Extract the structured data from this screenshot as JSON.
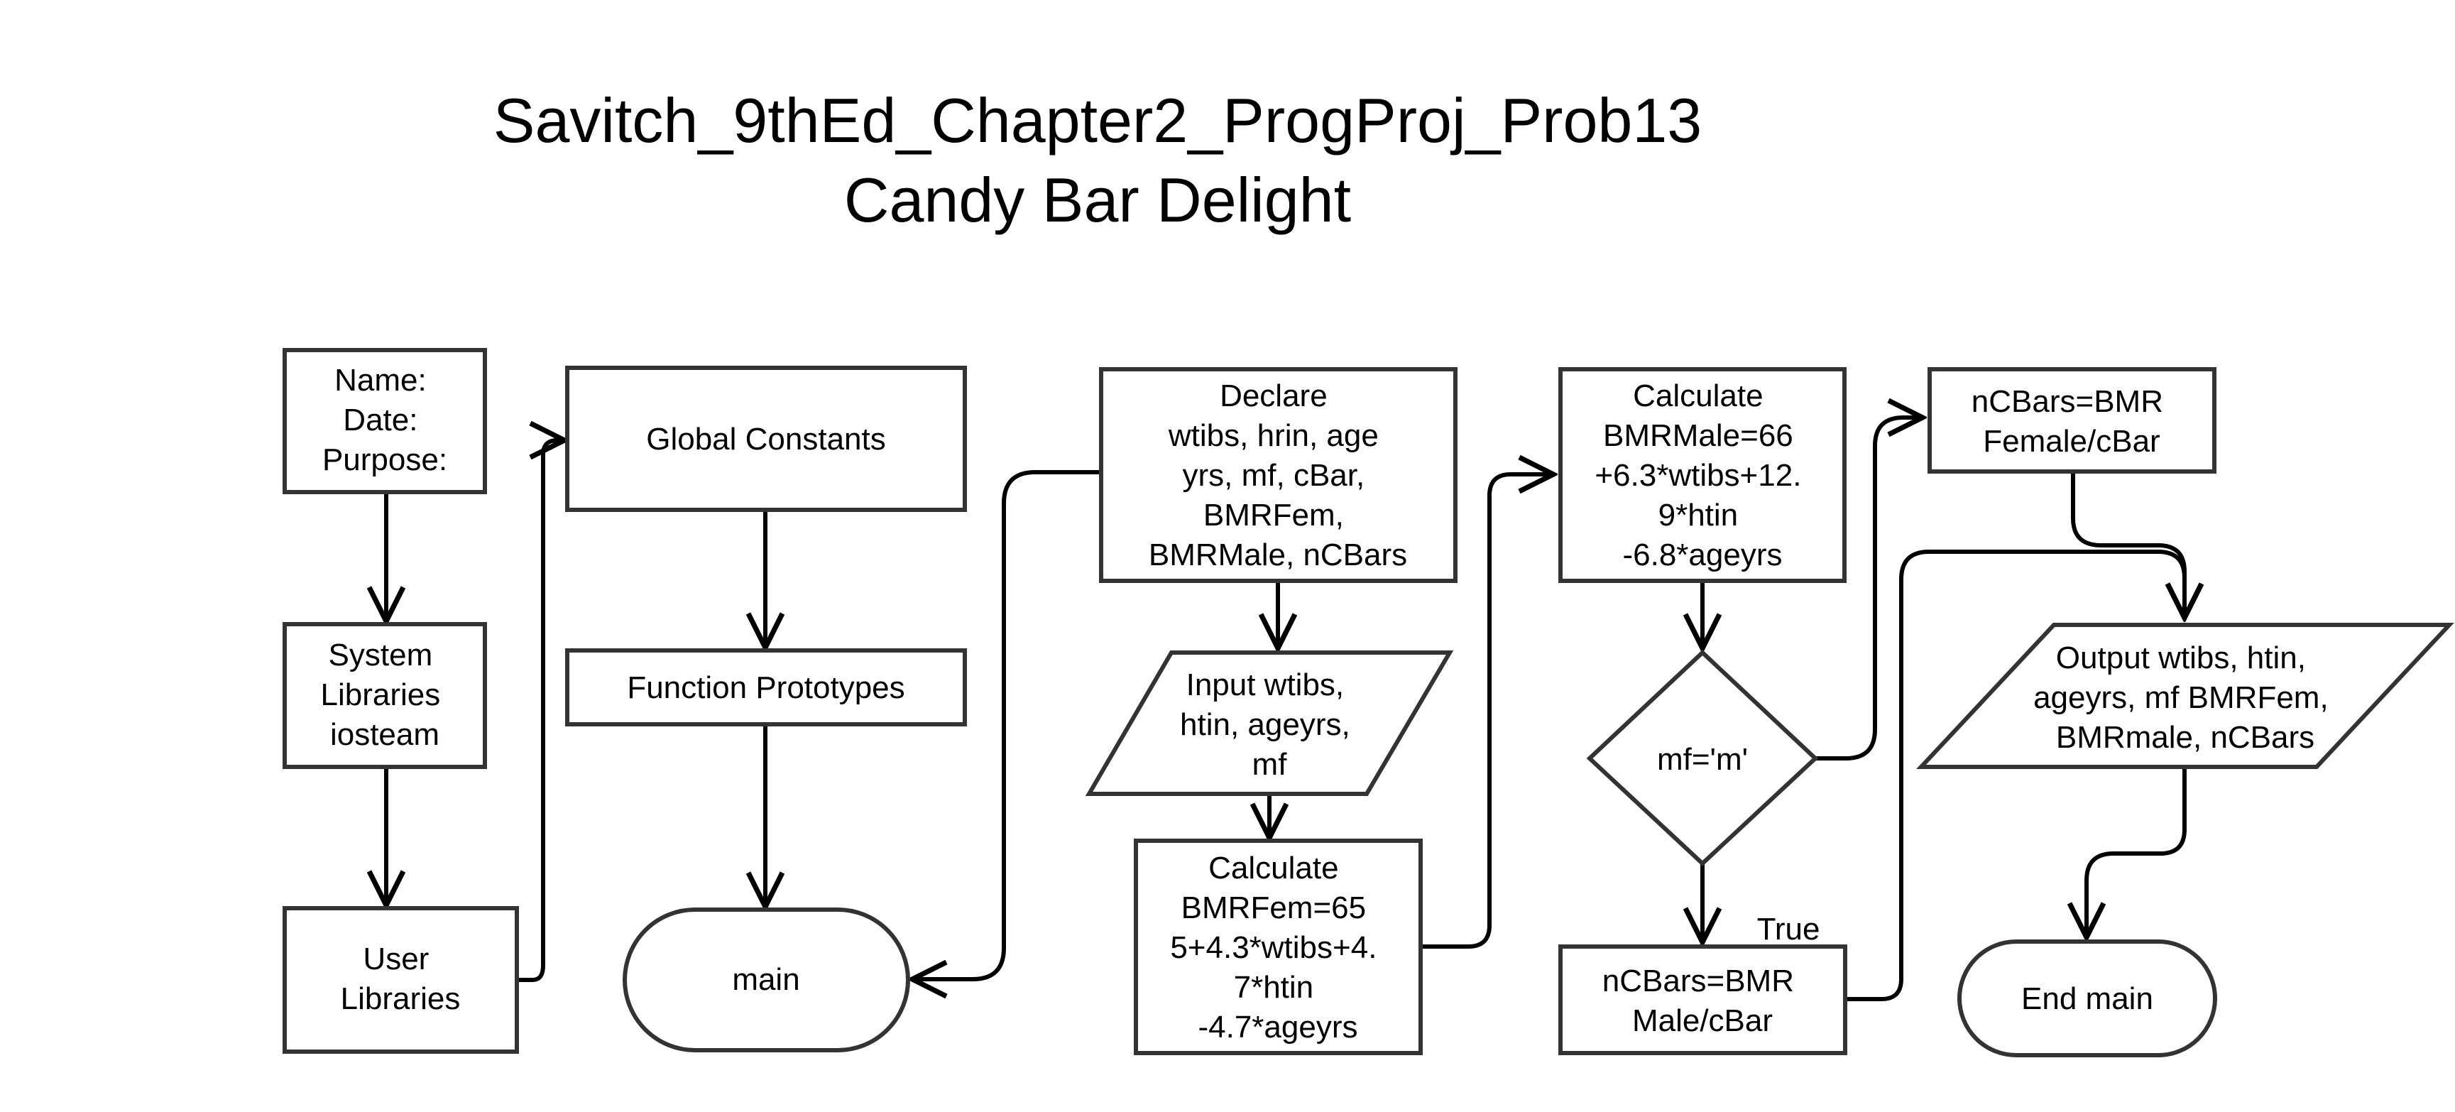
{
  "title": {
    "line1": "Savitch_9thEd_Chapter2_ProgProj_Prob13",
    "line2": "Candy Bar Delight"
  },
  "nodes": {
    "header_box": [
      "Name:",
      "Date:",
      "Purpose:"
    ],
    "system_libraries": [
      "System",
      "Libraries",
      "iosteam"
    ],
    "user_libraries": [
      "User",
      "Libraries"
    ],
    "global_constants": [
      "Global Constants"
    ],
    "function_prototypes": [
      "Function Prototypes"
    ],
    "main": [
      "main"
    ],
    "declare": [
      "Declare",
      "wtibs, hrin, age",
      "yrs, mf, cBar,",
      "BMRFem,",
      "BMRMale, nCBars"
    ],
    "input": [
      "Input wtibs,",
      "htin, ageyrs,",
      "mf"
    ],
    "calc_fem": [
      "Calculate",
      "BMRFem=65",
      "5+4.3*wtibs+4.",
      "7*htin",
      "-4.7*ageyrs"
    ],
    "calc_male": [
      "Calculate",
      "BMRMale=66",
      "+6.3*wtibs+12.",
      "9*htin",
      "-6.8*ageyrs"
    ],
    "decision": [
      "mf='m'"
    ],
    "true_label": "True",
    "ncbars_male": [
      "nCBars=BMR",
      "Male/cBar"
    ],
    "ncbars_fem": [
      "nCBars=BMR",
      "Female/cBar"
    ],
    "output": [
      "Output wtibs, htin,",
      "ageyrs, mf BMRFem,",
      "BMRmale, nCBars"
    ],
    "end_main": [
      "End main"
    ]
  }
}
